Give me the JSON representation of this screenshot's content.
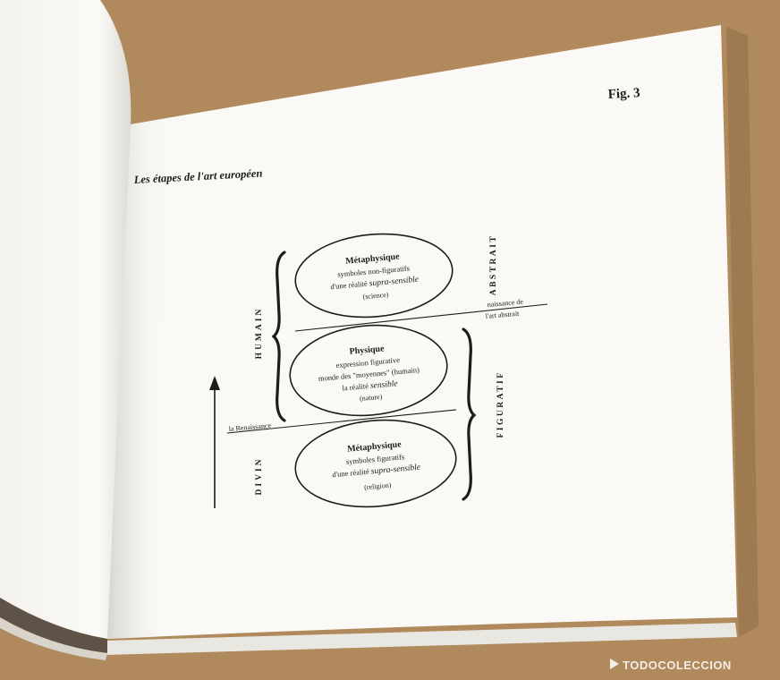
{
  "colors": {
    "table": "#b08a5c",
    "paper": "#faf9f5",
    "ink": "#1c1c1c"
  },
  "page": {
    "fig_label": "Fig. 3",
    "title": "Les étapes de l'art européen"
  },
  "diagram": {
    "side_left": {
      "humain": "HUMAIN",
      "divin": "DIVIN"
    },
    "side_right": {
      "abstrait": "ABSTRAIT",
      "figuratif": "FIGURATIF"
    },
    "line_labels": {
      "naissance_1": "naissance de",
      "naissance_2": "l'art abstrait",
      "renaissance": "la Renaissance"
    },
    "top_oval": {
      "title": "Métaphysique",
      "line1": "symboles non-figuratifs",
      "line2_a": "d'une réalité ",
      "line2_b": "supra-sensible",
      "line3": "(science)"
    },
    "middle_oval": {
      "title": "Physique",
      "line1": "expression figurative",
      "line2": "monde des \"moyennes\" (humain)",
      "line3_a": "la réalité ",
      "line3_b": "sensible",
      "line4": "(nature)"
    },
    "bottom_oval": {
      "title": "Métaphysique",
      "line1": "symboles  figuratifs",
      "line2_a": "d'une réalité ",
      "line2_b": "supra-sensible",
      "line3": "(religion)"
    }
  },
  "watermark": "TODOCOLECCION"
}
